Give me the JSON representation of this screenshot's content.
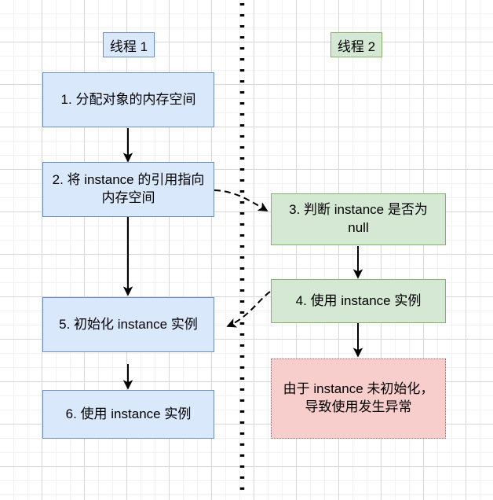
{
  "diagram": {
    "title_text": "",
    "lanes": [
      {
        "id": "lane-1",
        "label": "线程 1",
        "color": "#dae8fc",
        "border": "#6c8ebf"
      },
      {
        "id": "lane-2",
        "label": "线程 2",
        "color": "#d5e8d4",
        "border": "#82b366"
      }
    ],
    "divider": {
      "name": "lane-divider",
      "style": "dotted",
      "color": "#000000"
    },
    "nodes": [
      {
        "id": "step-1",
        "label": "1. 分配对象的内存空间",
        "lane": "lane-1",
        "style": "blue",
        "fill": "#dae8fc",
        "stroke": "#6c8ebf"
      },
      {
        "id": "step-2",
        "label": "2. 将 instance 的引用指向内存空间",
        "lane": "lane-1",
        "style": "blue",
        "fill": "#dae8fc",
        "stroke": "#6c8ebf"
      },
      {
        "id": "step-3",
        "label": "3. 判断 instance 是否为 null",
        "lane": "lane-2",
        "style": "green",
        "fill": "#d5e8d4",
        "stroke": "#82b366"
      },
      {
        "id": "step-4",
        "label": "4. 使用 instance 实例",
        "lane": "lane-2",
        "style": "green",
        "fill": "#d5e8d4",
        "stroke": "#82b366"
      },
      {
        "id": "step-5",
        "label": "5. 初始化 instance 实例",
        "lane": "lane-1",
        "style": "blue",
        "fill": "#dae8fc",
        "stroke": "#6c8ebf"
      },
      {
        "id": "step-6",
        "label": "6. 使用 instance 实例",
        "lane": "lane-1",
        "style": "blue",
        "fill": "#dae8fc",
        "stroke": "#6c8ebf"
      },
      {
        "id": "exception",
        "label": "由于 instance 未初始化，导致使用发生异常",
        "lane": "lane-2",
        "style": "red",
        "fill": "#f8cecc",
        "stroke": "#b85450"
      }
    ],
    "edges": [
      {
        "id": "e1",
        "from": "step-1",
        "to": "step-2",
        "style": "solid"
      },
      {
        "id": "e2",
        "from": "step-2",
        "to": "step-3",
        "style": "dashed"
      },
      {
        "id": "e3",
        "from": "step-3",
        "to": "step-4",
        "style": "solid"
      },
      {
        "id": "e4",
        "from": "step-4",
        "to": "step-5",
        "style": "dashed"
      },
      {
        "id": "e5",
        "from": "step-2",
        "to": "step-5",
        "style": "solid"
      },
      {
        "id": "e6",
        "from": "step-5",
        "to": "step-6",
        "style": "solid"
      },
      {
        "id": "e7",
        "from": "step-4",
        "to": "exception",
        "style": "solid"
      }
    ]
  }
}
